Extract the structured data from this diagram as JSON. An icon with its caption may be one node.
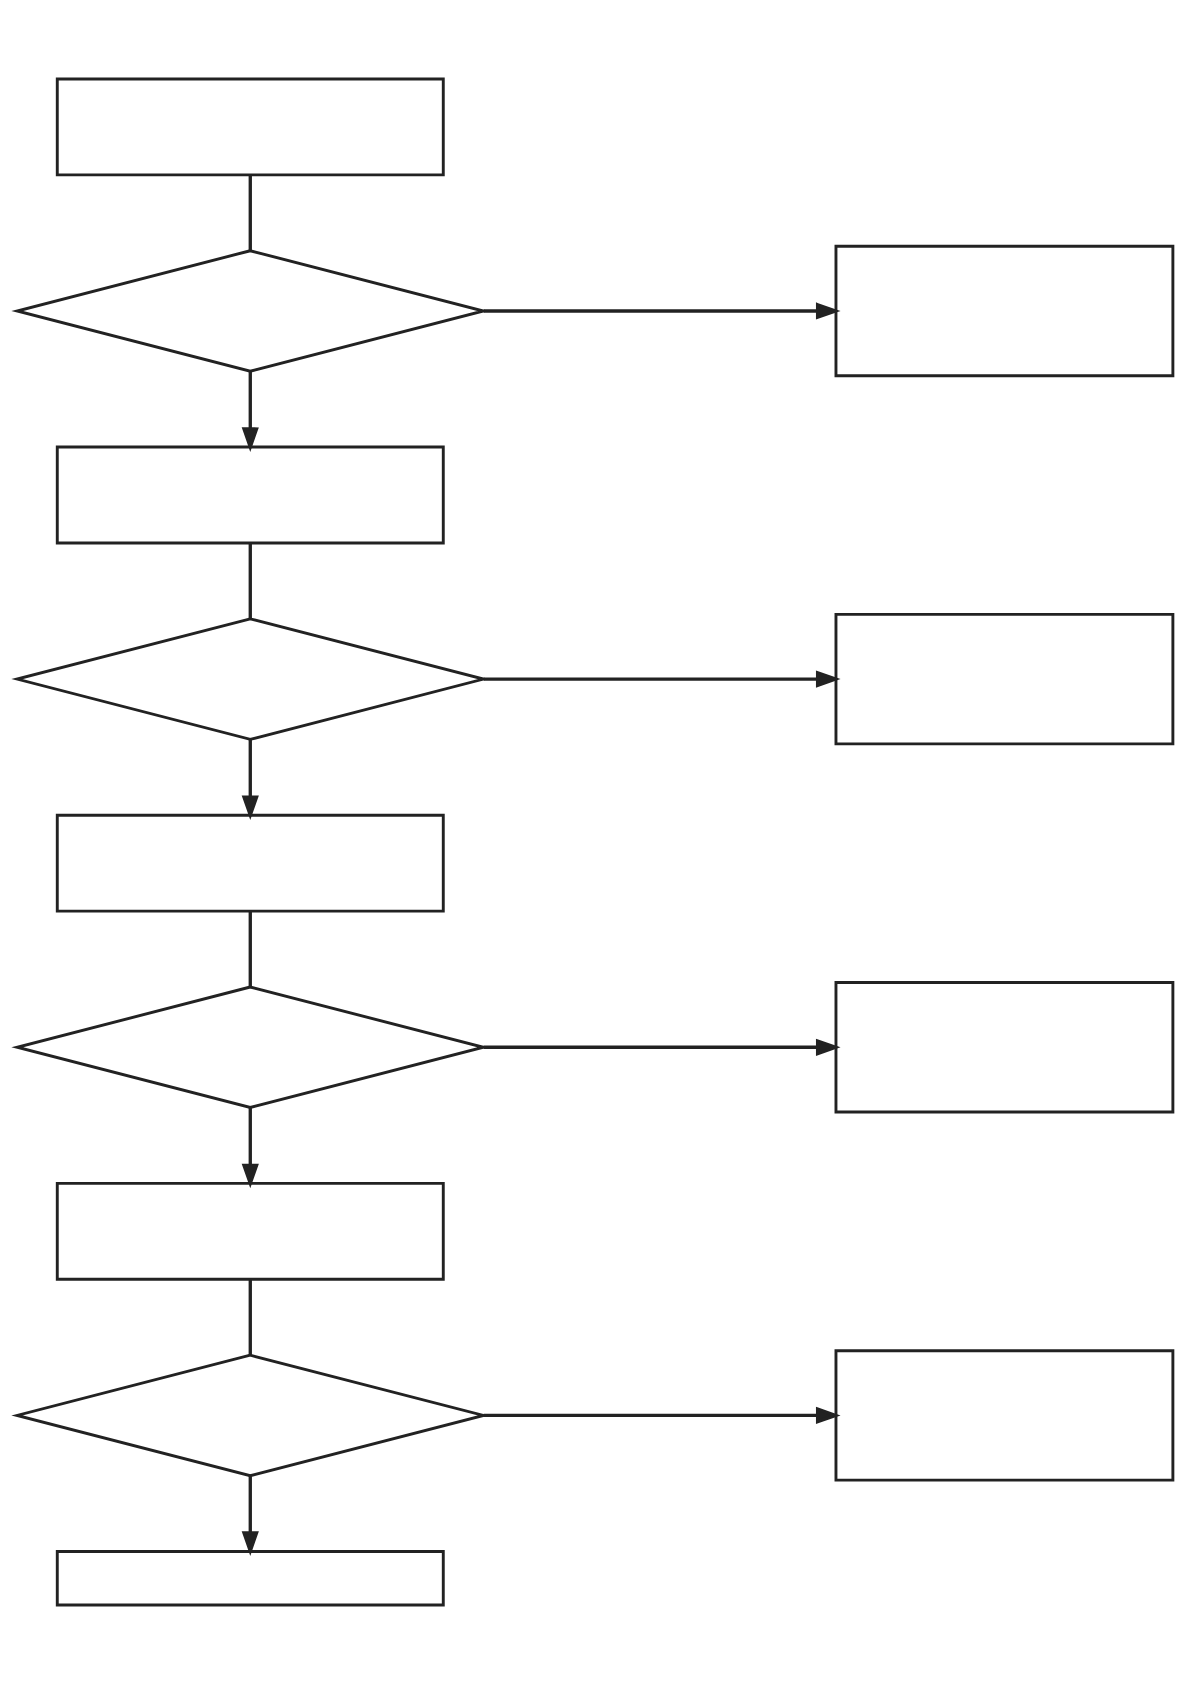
{
  "diagram": {
    "nodes": [
      {
        "text": [],
        "shape": "box"
      },
      {
        "text": [],
        "shape": "diamond"
      },
      {
        "text": [],
        "shape": "box"
      },
      {
        "text": [],
        "shape": "box"
      },
      {
        "text": [],
        "shape": "diamond"
      },
      {
        "text": [],
        "shape": "box"
      },
      {
        "text": [],
        "shape": "box"
      },
      {
        "text": [],
        "shape": "diamond"
      },
      {
        "text": [],
        "shape": "box"
      },
      {
        "text": [],
        "shape": "box"
      },
      {
        "text": [],
        "shape": "diamond"
      },
      {
        "text": [],
        "shape": "box"
      },
      {
        "text": [],
        "shape": "box"
      }
    ],
    "edges": [
      {
        "from": 0,
        "to": 1,
        "arrow": "none"
      },
      {
        "from": 1,
        "to": 2,
        "arrow": "to"
      },
      {
        "from": 1,
        "to": 3,
        "arrow": "to"
      },
      {
        "from": 3,
        "to": 4,
        "arrow": "none"
      },
      {
        "from": 4,
        "to": 5,
        "arrow": "to"
      },
      {
        "from": 4,
        "to": 6,
        "arrow": "to"
      },
      {
        "from": 6,
        "to": 7,
        "arrow": "none"
      },
      {
        "from": 7,
        "to": 8,
        "arrow": "to"
      },
      {
        "from": 7,
        "to": 9,
        "arrow": "to"
      },
      {
        "from": 9,
        "to": 10,
        "arrow": "none"
      },
      {
        "from": 10,
        "to": 11,
        "arrow": "to"
      },
      {
        "from": 10,
        "to": 12,
        "arrow": "to"
      }
    ]
  }
}
